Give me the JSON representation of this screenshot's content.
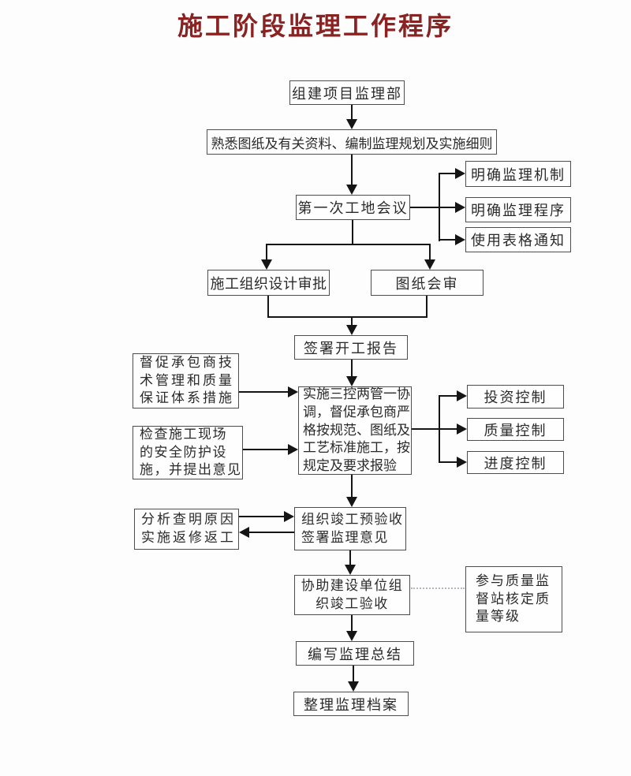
{
  "title": "施工阶段监理工作程序",
  "colors": {
    "title": "#8b2222",
    "border": "#4d4d4d",
    "text": "#2a2a2a",
    "line": "#151515",
    "bg": "#fdfdfe",
    "dotted": "#b7b7c2"
  },
  "nodes": {
    "setup": "组建项目监理部",
    "familiarize": "熟悉图纸及有关资料、编制监理规划及实施细则",
    "first_meeting": "第一次工地会议",
    "clarify_mechanism": "明确监理机制",
    "clarify_procedure": "明确监理程序",
    "use_forms": "使用表格通知",
    "org_design_approval": "施工组织设计审批",
    "drawing_review": "图纸会审",
    "sign_start_report": "签署开工报告",
    "implement": "实施三控两管一协\n调，督促承包商严\n格按规范、图纸及\n工艺标准施工，按\n规定及要求报验",
    "supervise_contractor": "督促承包商技\n术管理和质量\n保证体系措施",
    "inspect_site": "检查施工现场\n的安全防护设\n施，并提出意见",
    "investment_control": "投资控制",
    "quality_control": "质量控制",
    "progress_control": "进度控制",
    "pre_acceptance": "组织竣工预验收\n签署监理意见",
    "analyze_rework": "分析查明原因\n实施返修返工",
    "assist_acceptance": "协助建设单位组\n织竣工验收",
    "quality_grade": "参与质量监\n督站核定质\n量等级",
    "write_summary": "编写监理总结",
    "archive": "整理监理档案"
  }
}
